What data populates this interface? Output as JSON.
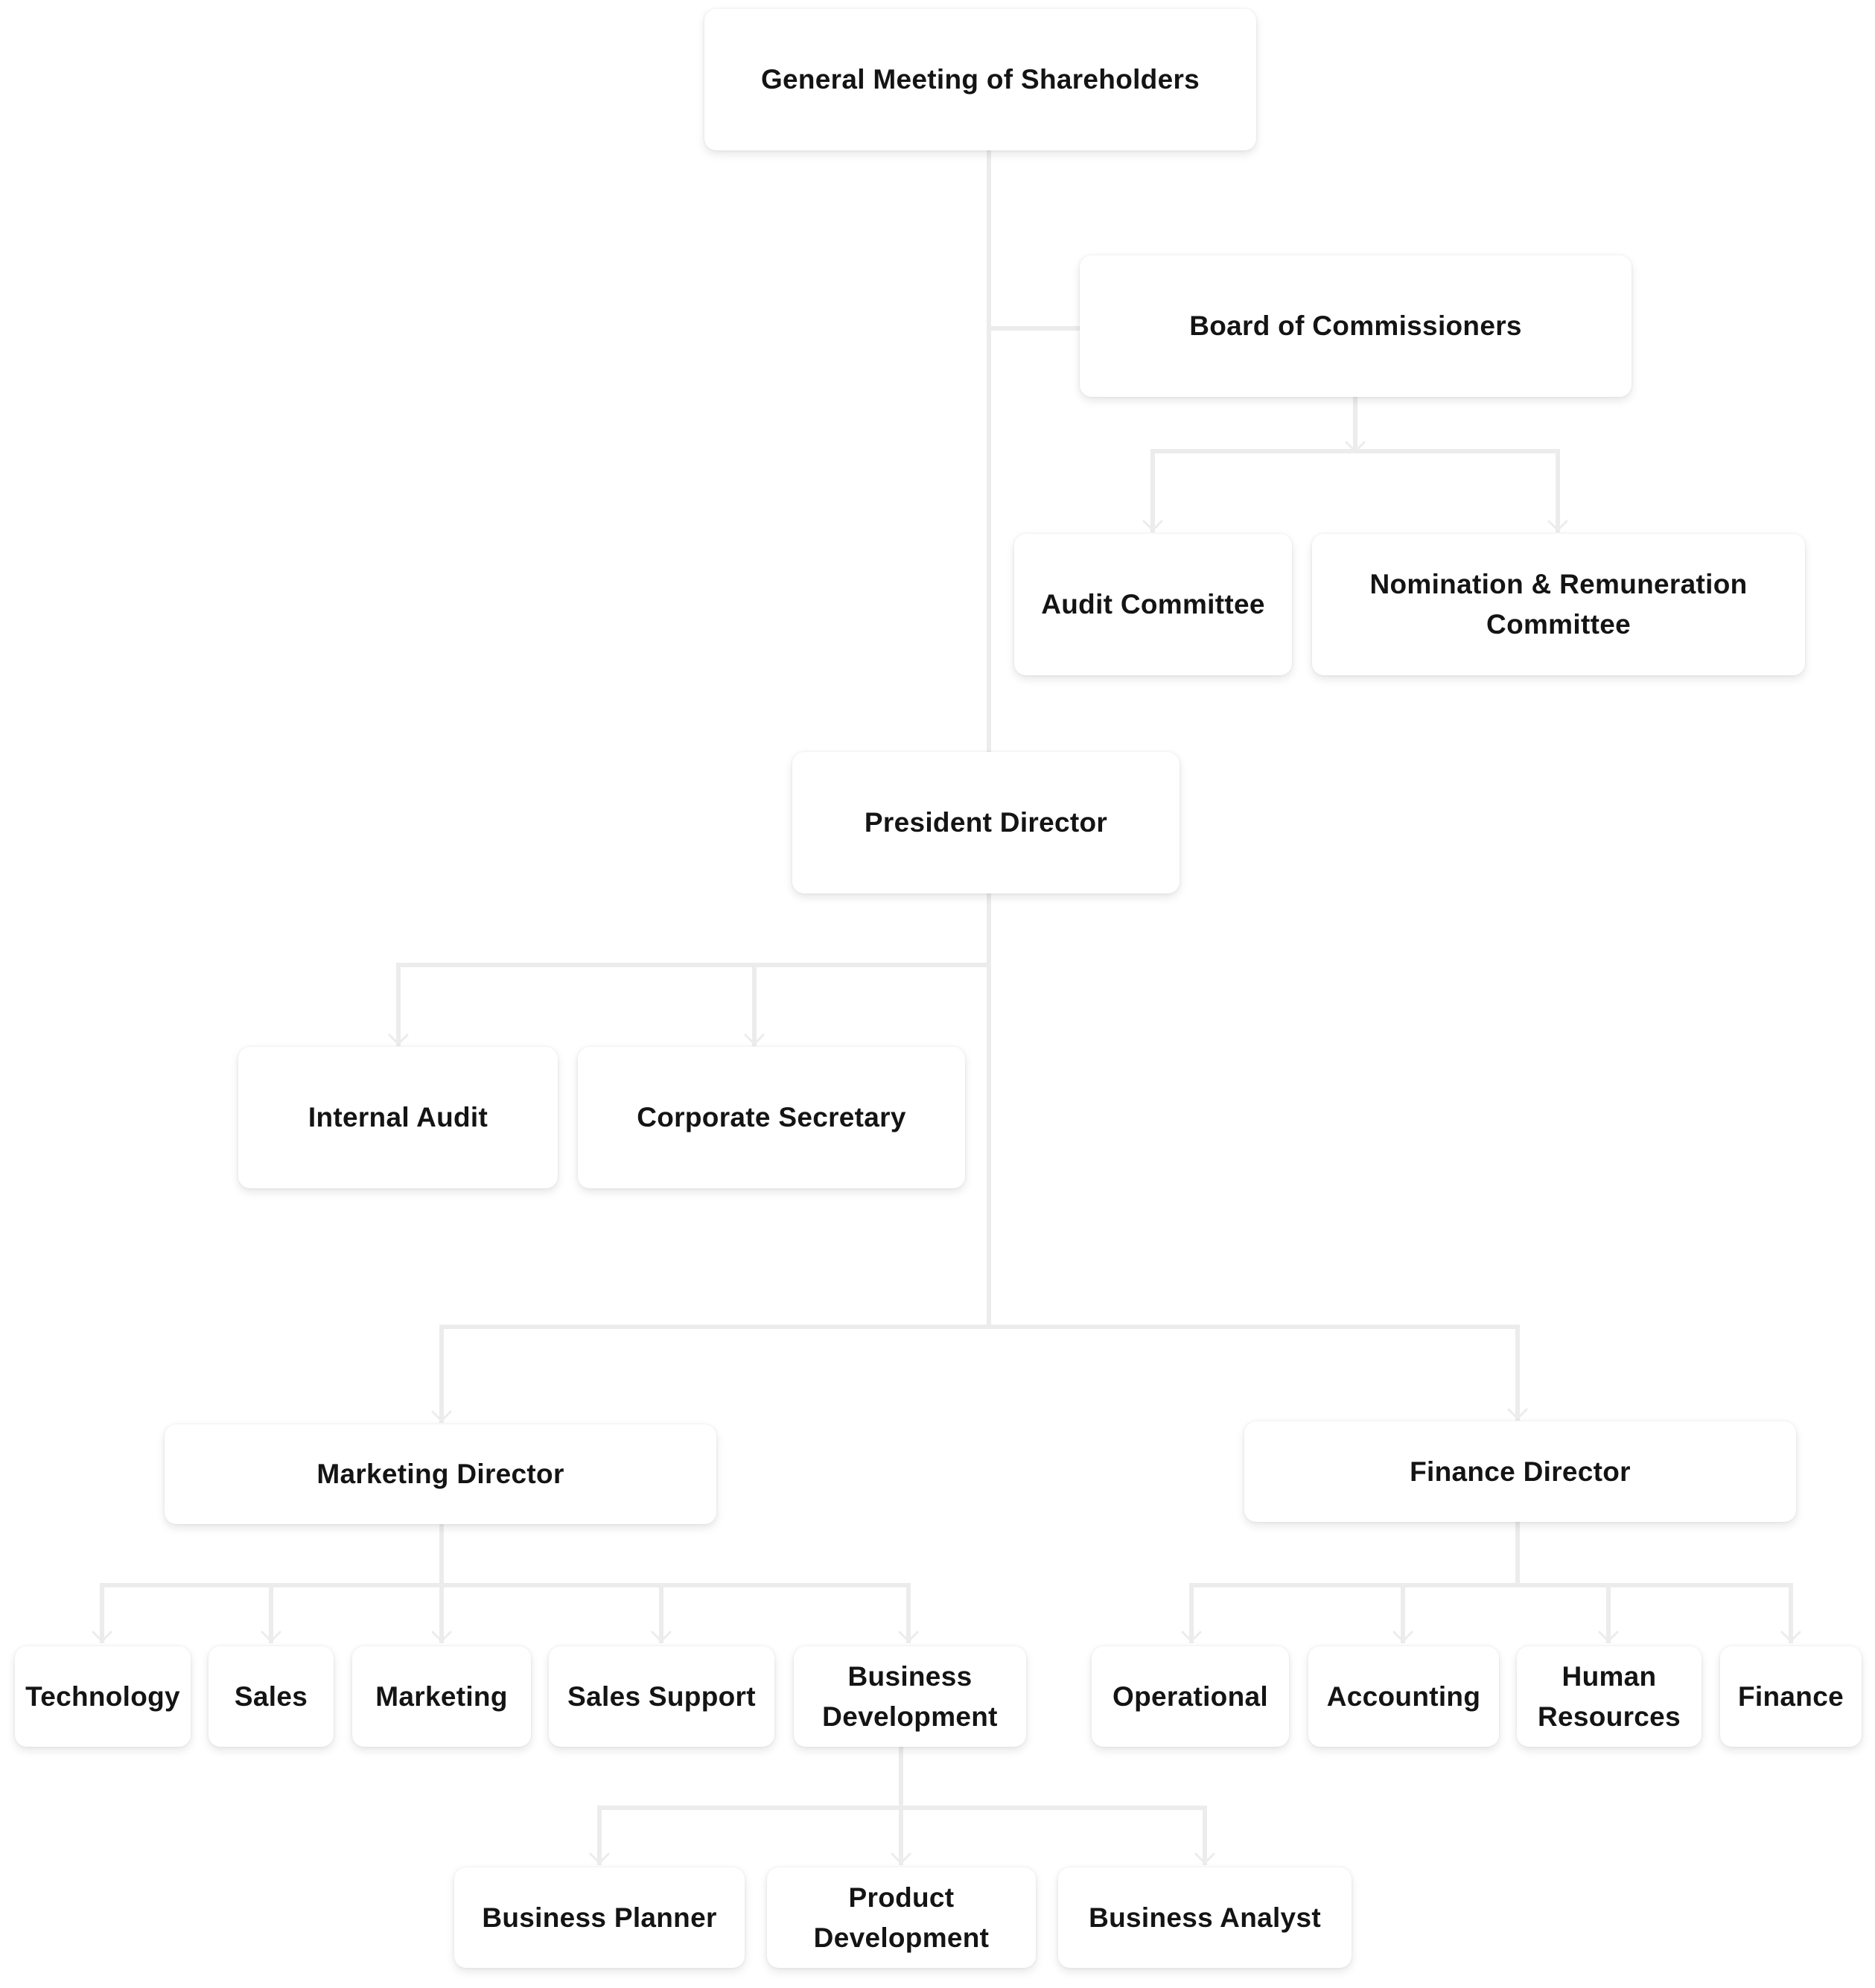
{
  "org_chart": {
    "nodes": [
      {
        "id": "shareholders",
        "label": "General Meeting of Shareholders",
        "parent": null
      },
      {
        "id": "commissioners",
        "label": "Board of Commissioners",
        "parent": "shareholders"
      },
      {
        "id": "audit-committee",
        "label": "Audit Committee",
        "parent": "commissioners"
      },
      {
        "id": "nomination-committee",
        "label": "Nomination & Remuneration Committee",
        "parent": "commissioners"
      },
      {
        "id": "president-director",
        "label": "President Director",
        "parent": "shareholders"
      },
      {
        "id": "internal-audit",
        "label": "Internal Audit",
        "parent": "president-director"
      },
      {
        "id": "corporate-secretary",
        "label": "Corporate Secretary",
        "parent": "president-director"
      },
      {
        "id": "marketing-director",
        "label": "Marketing Director",
        "parent": "president-director"
      },
      {
        "id": "finance-director",
        "label": "Finance Director",
        "parent": "president-director"
      },
      {
        "id": "technology",
        "label": "Technology",
        "parent": "marketing-director"
      },
      {
        "id": "sales",
        "label": "Sales",
        "parent": "marketing-director"
      },
      {
        "id": "marketing",
        "label": "Marketing",
        "parent": "marketing-director"
      },
      {
        "id": "sales-support",
        "label": "Sales Support",
        "parent": "marketing-director"
      },
      {
        "id": "business-development",
        "label": "Business Development",
        "parent": "marketing-director"
      },
      {
        "id": "operational",
        "label": "Operational",
        "parent": "finance-director"
      },
      {
        "id": "accounting",
        "label": "Accounting",
        "parent": "finance-director"
      },
      {
        "id": "human-resources",
        "label": "Human Resources",
        "parent": "finance-director"
      },
      {
        "id": "finance",
        "label": "Finance",
        "parent": "finance-director"
      },
      {
        "id": "business-planner",
        "label": "Business Planner",
        "parent": "business-development"
      },
      {
        "id": "product-development",
        "label": "Product Development",
        "parent": "business-development"
      },
      {
        "id": "business-analyst",
        "label": "Business Analyst",
        "parent": "business-development"
      }
    ]
  },
  "colors": {
    "background": "#ffffff",
    "node_fill": "#ffffff",
    "node_text": "#141414",
    "connector": "#ececec"
  }
}
